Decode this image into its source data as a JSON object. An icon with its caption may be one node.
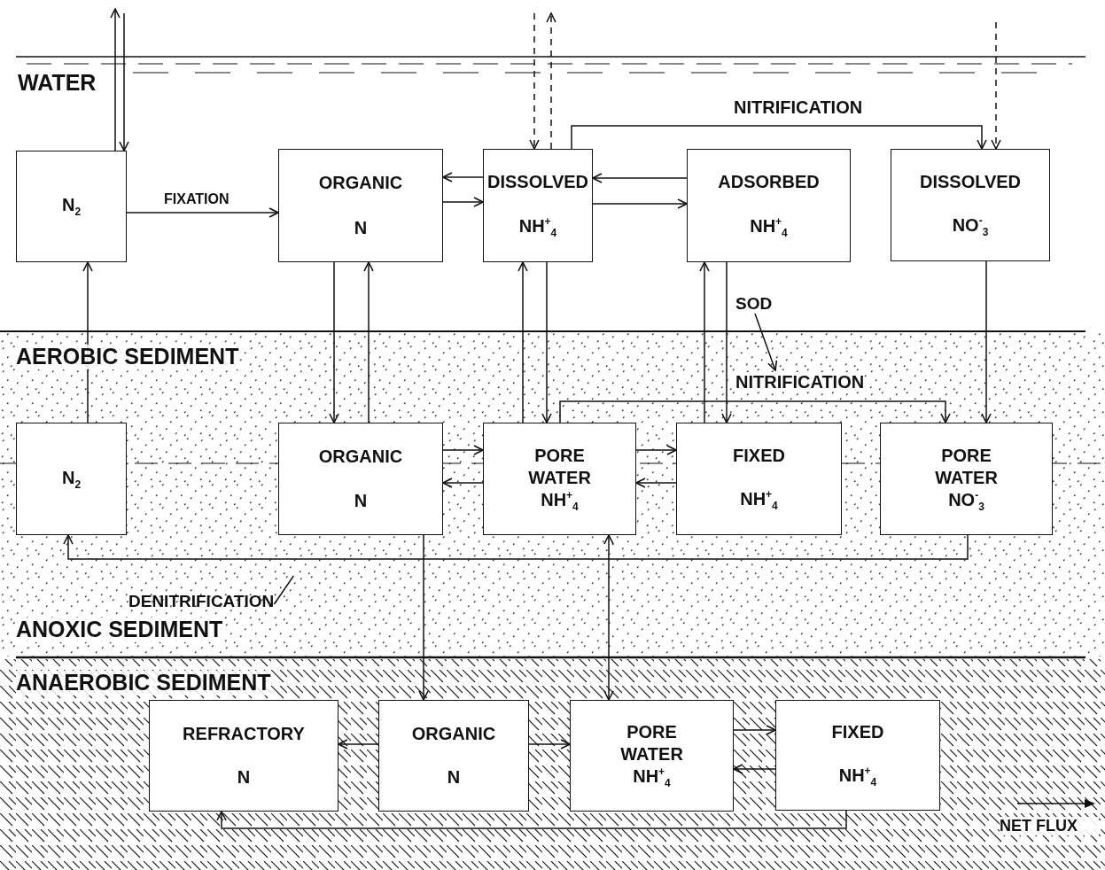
{
  "diagram": {
    "nodes": [
      {
        "text": [
          "N$_{2}$"
        ]
      },
      {
        "text": [
          "ORGANIC",
          "N"
        ]
      },
      {
        "text": [
          "DISSOLVED",
          "NH$^{+}$$_{4}$"
        ]
      },
      {
        "text": [
          "ADSORBED",
          "NH$^{+}$$_{4}$"
        ]
      },
      {
        "text": [
          "DISSOLVED",
          "NO$^{-}$$_{3}$"
        ]
      },
      {
        "text": [
          "N$_{2}$"
        ]
      },
      {
        "text": [
          "ORGANIC",
          "N"
        ]
      },
      {
        "text": [
          "PORE WATER NH$^{+}$$_{4}$"
        ]
      },
      {
        "text": [
          "FIXED",
          "NH$^{+}$$_{4}$"
        ]
      },
      {
        "text": [
          "PORE WATER NO$^{-}$$_{3}$"
        ]
      },
      {
        "text": [
          "REFRACTORY",
          "N"
        ]
      },
      {
        "text": [
          "ORGANIC",
          "N"
        ]
      },
      {
        "text": [
          "PORE WATER NH$^{+}$$_{4}$"
        ]
      },
      {
        "text": [
          "FIXED",
          "NH$^{+}$$_{4}$"
        ]
      },
      {
        "text": [
          "SOD"
        ]
      },
      {
        "text": [
          "DENITRIFICATION"
        ]
      }
    ],
    "edges": [
      {
        "from": 0,
        "to": null,
        "arrow": "to"
      },
      {
        "from": null,
        "to": 0,
        "arrow": "to"
      },
      {
        "from": null,
        "to": 2,
        "arrow": "to",
        "style": "dashed"
      },
      {
        "from": 2,
        "to": null,
        "arrow": "to",
        "style": "dashed"
      },
      {
        "from": null,
        "to": 4,
        "arrow": "to",
        "style": "dashed"
      },
      {
        "from": 0,
        "to": 1,
        "arrow": "to",
        "label": "FIXATION"
      },
      {
        "from": 2,
        "to": 1,
        "arrow": "to"
      },
      {
        "from": 1,
        "to": 2,
        "arrow": "to"
      },
      {
        "from": 3,
        "to": 2,
        "arrow": "to"
      },
      {
        "from": 2,
        "to": 3,
        "arrow": "to"
      },
      {
        "from": 2,
        "to": 4,
        "arrow": "to",
        "label": "NITRIFICATION"
      },
      {
        "from": 1,
        "to": 6,
        "arrow": "to"
      },
      {
        "from": 6,
        "to": 1,
        "arrow": "to"
      },
      {
        "from": 7,
        "to": 2,
        "arrow": "to"
      },
      {
        "from": 2,
        "to": 7,
        "arrow": "to"
      },
      {
        "from": 8,
        "to": 3,
        "arrow": "to"
      },
      {
        "from": 3,
        "to": 8,
        "arrow": "to"
      },
      {
        "from": 4,
        "to": 9,
        "arrow": "to"
      },
      {
        "from": 5,
        "to": 0,
        "arrow": "to"
      },
      {
        "from": 6,
        "to": 7,
        "arrow": "to"
      },
      {
        "from": 7,
        "to": 6,
        "arrow": "to"
      },
      {
        "from": 7,
        "to": 8,
        "arrow": "to"
      },
      {
        "from": 8,
        "to": 7,
        "arrow": "to"
      },
      {
        "from": 7,
        "to": 9,
        "arrow": "to",
        "label": "NITRIFICATION"
      },
      {
        "from": 9,
        "to": 5,
        "arrow": "to"
      },
      {
        "from": 6,
        "to": 11,
        "arrow": "to"
      },
      {
        "from": 7,
        "to": 12,
        "arrow": "both"
      },
      {
        "from": 11,
        "to": 10,
        "arrow": "to"
      },
      {
        "from": 11,
        "to": 12,
        "arrow": "to"
      },
      {
        "from": 12,
        "to": 13,
        "arrow": "to"
      },
      {
        "from": 13,
        "to": 12,
        "arrow": "to"
      },
      {
        "from": 13,
        "to": 10,
        "arrow": "to"
      },
      {
        "from": 14,
        "to": null,
        "arrow": "to"
      },
      {
        "from": 15,
        "to": null,
        "arrow": "none"
      }
    ],
    "labels": [
      "WATER",
      "AEROBIC SEDIMENT",
      "ANOXIC SEDIMENT",
      "ANAEROBIC SEDIMENT"
    ],
    "legend": [
      {
        "text": "NET FLUX"
      }
    ]
  }
}
